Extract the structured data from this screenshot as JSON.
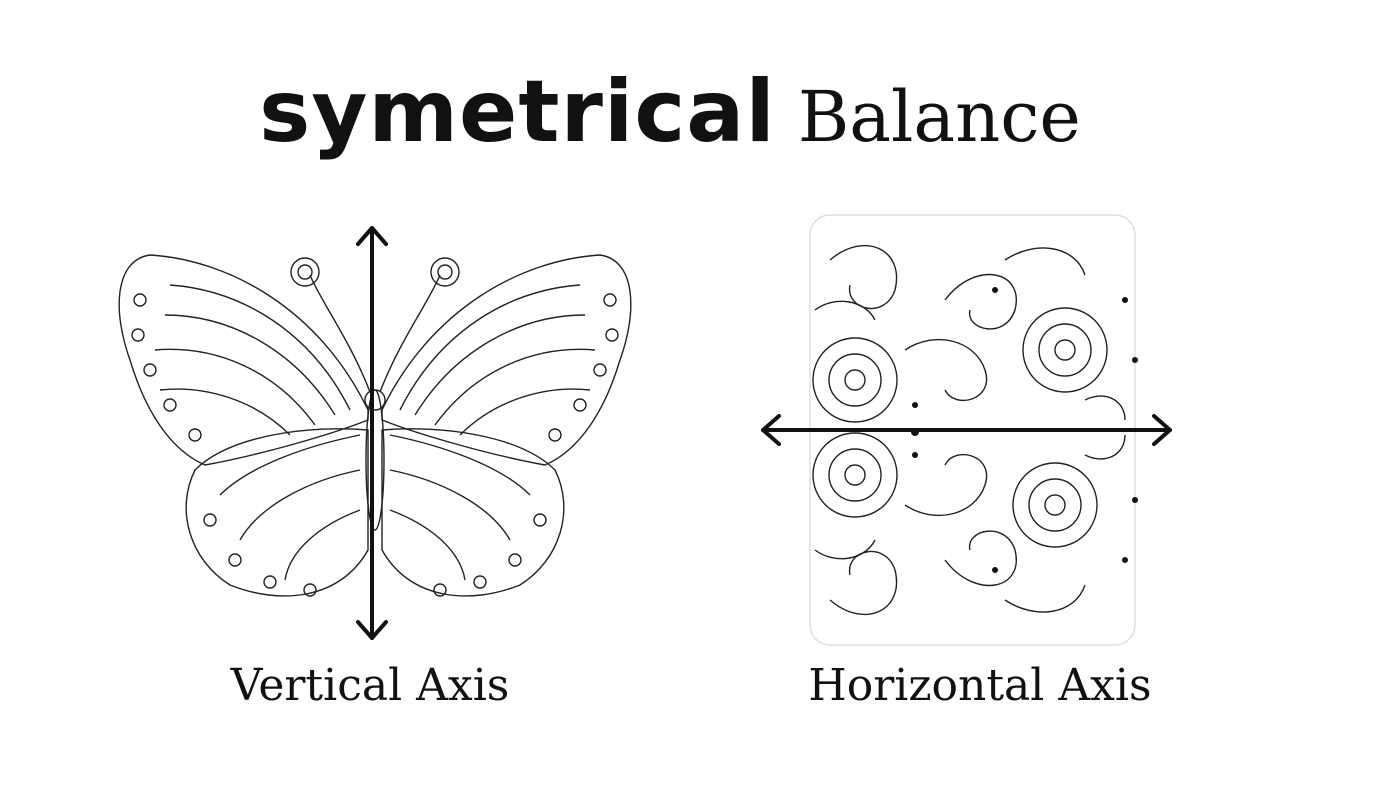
{
  "title": {
    "bold": "symetrical",
    "light": "Balance"
  },
  "left_panel": {
    "caption": "Vertical Axis",
    "illustration": "butterfly-mandala",
    "arrow": "vertical-double-arrow"
  },
  "right_panel": {
    "caption": "Horizontal Axis",
    "illustration": "floral-pattern",
    "arrow": "horizontal-double-arrow"
  },
  "colors": {
    "ink": "#111111",
    "background": "#ffffff"
  }
}
